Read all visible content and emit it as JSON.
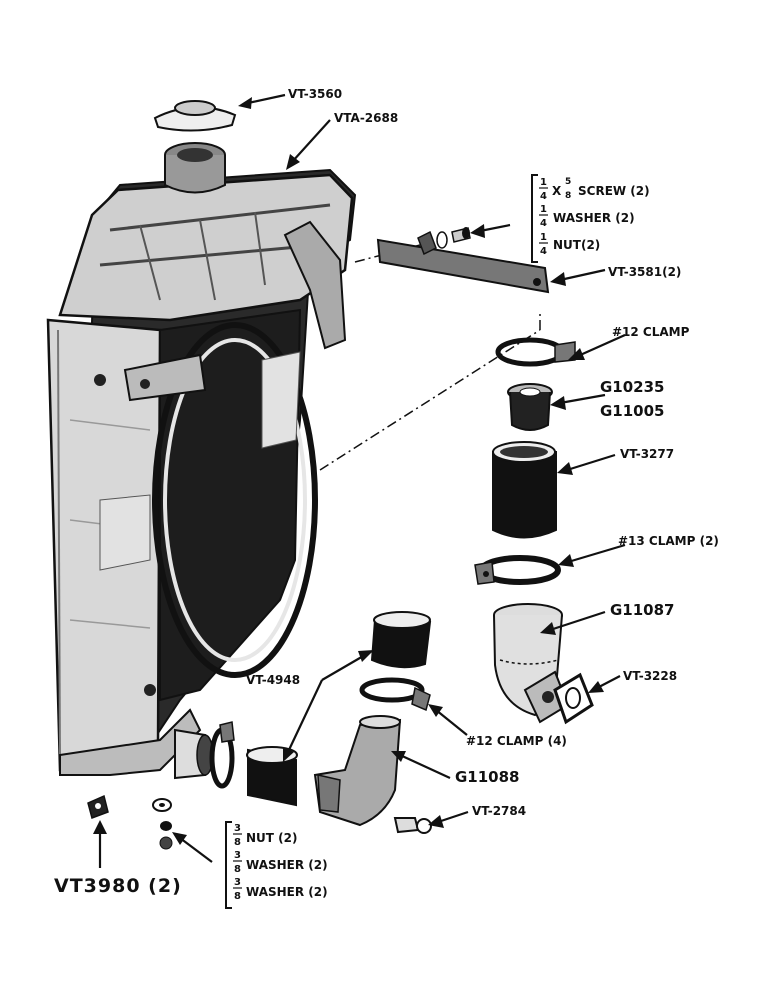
{
  "labels": {
    "radiator_cap": "VT-3560",
    "radiator_assembly": "VTA-2688",
    "screw_spec": "SCREW (2)",
    "washer_spec": "WASHER (2)",
    "nut_spec": "NUT(2)",
    "brace": "VT-3581(2)",
    "clamp_12": "#12 CLAMP",
    "thermostat_a": "G10235",
    "thermostat_b": "G11005",
    "upper_hose": "VT-3277",
    "clamp_13": "#13 CLAMP (2)",
    "outlet_elbow": "G11087",
    "gasket": "VT-3228",
    "lower_hose": "VT-4948",
    "clamp_12_4": "#12 CLAMP (4)",
    "inlet_elbow": "G11088",
    "drain_cock": "VT-2784",
    "bottom_nut": "NUT (2)",
    "bottom_washer_1": "WASHER (2)",
    "bottom_washer_2": "WASHER (2)",
    "mount_pad": "VT3980 (2)"
  },
  "fractions": {
    "quarter_num": "1",
    "quarter_den": "4",
    "five_eighths_num": "5",
    "five_eighths_den": "8",
    "three_eighths_num": "3",
    "three_eighths_den": "8",
    "times": "X"
  }
}
